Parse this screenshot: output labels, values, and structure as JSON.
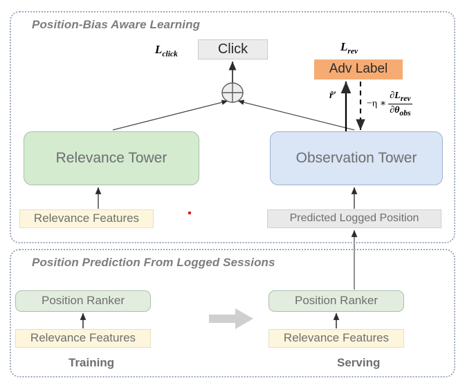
{
  "panels": {
    "top": {
      "title": "Position-Bias Aware Learning"
    },
    "bottom": {
      "title": "Position Prediction From Logged Sessions"
    }
  },
  "boxes": {
    "click": "Click",
    "adv_label": "Adv Label",
    "relevance_tower": "Relevance Tower",
    "observation_tower": "Observation Tower",
    "relevance_features_top": "Relevance Features",
    "predicted_logged_position": "Predicted Logged Position",
    "position_ranker_training": "Position Ranker",
    "position_ranker_serving": "Position Ranker",
    "relevance_features_training": "Relevance Features",
    "relevance_features_serving": "Relevance Features"
  },
  "labels": {
    "l_click_base": "L",
    "l_click_sub": "click",
    "l_rev_base": "L",
    "l_rev_sub": "rev",
    "r_hat": "r̂′",
    "gradient_lead": "−η ∗",
    "gradient_numerator": "∂L",
    "gradient_numerator_sub": "rev",
    "gradient_denominator": "∂θ",
    "gradient_denominator_sub": "obs"
  },
  "captions": {
    "training": "Training",
    "serving": "Serving"
  },
  "colors": {
    "panel_border": "#9aa7bb",
    "relevance_tower_fill": "#d4ebd0",
    "observation_tower_fill": "#dae5f5",
    "feature_fill": "#fdf6dd",
    "ranker_fill": "#e3eddf",
    "click_fill": "#ececec",
    "adv_label_fill": "#f6ab73",
    "predicted_fill": "#e9e9e9",
    "text_gray": "#6e6e6e",
    "arrow": "#3a3a3a",
    "flow_arrow": "#cccccc",
    "red_marker": "#e02020"
  }
}
